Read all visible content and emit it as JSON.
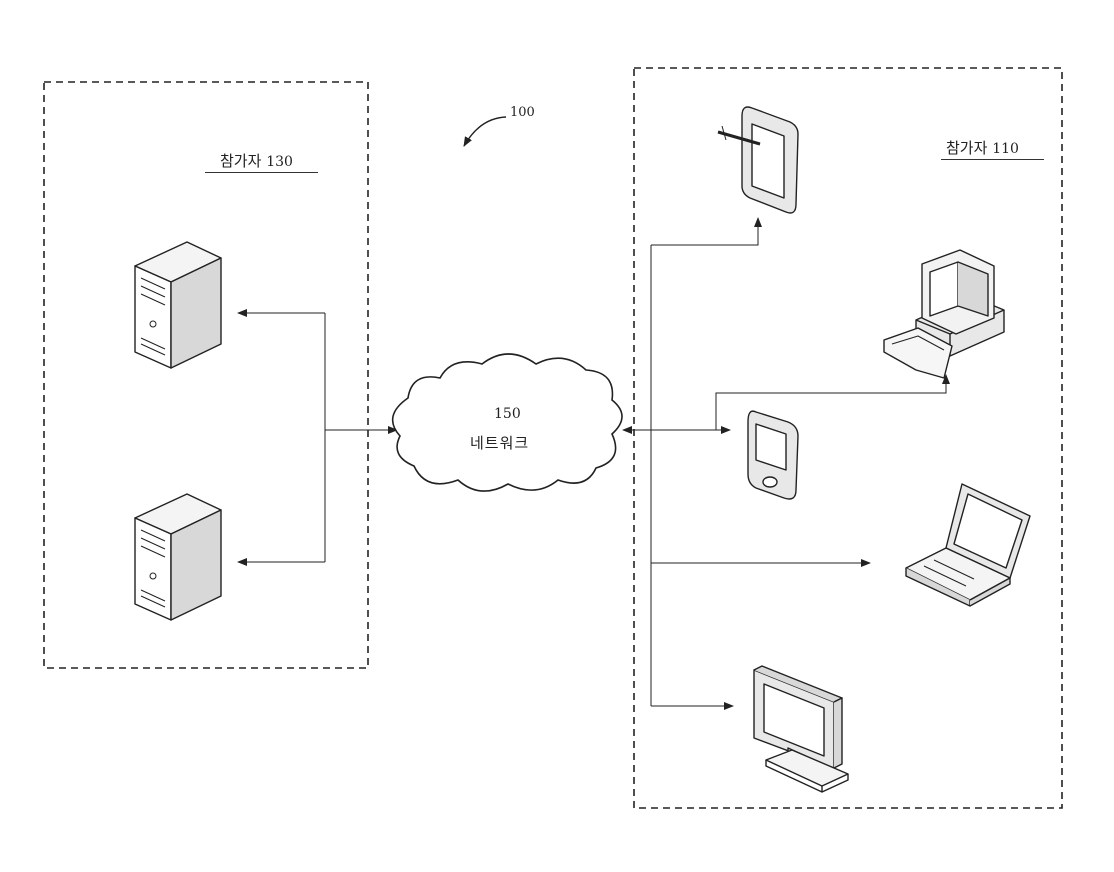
{
  "diagram": {
    "system_ref": "100",
    "participant_left": {
      "name": "참가자",
      "ref": "130"
    },
    "participant_right": {
      "name": "참가자",
      "ref": "110"
    },
    "network": {
      "ref": "150",
      "name": "네트워크"
    },
    "left_devices": [
      "server-icon",
      "server-icon"
    ],
    "right_devices": [
      "tablet-stylus-icon",
      "desktop-computer-icon",
      "pda-icon",
      "laptop-icon",
      "monitor-icon"
    ]
  },
  "colors": {
    "line": "#222222",
    "fill_light": "#f4f4f4",
    "fill_mid": "#d8d8d8"
  }
}
